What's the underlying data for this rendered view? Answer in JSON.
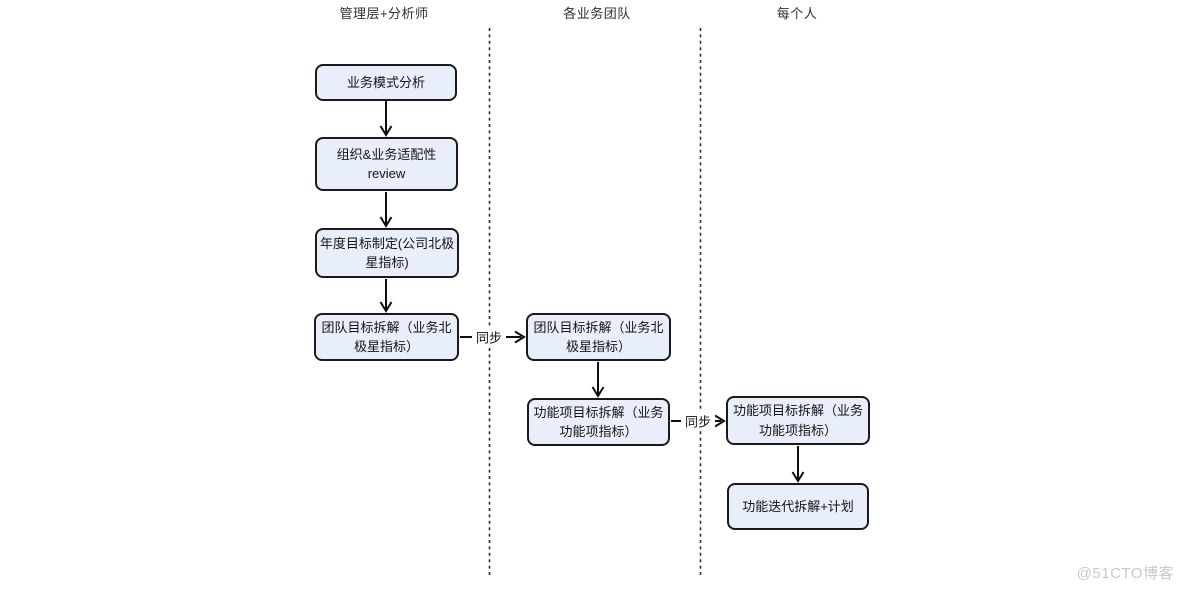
{
  "diagram": {
    "lanes": [
      {
        "title": "管理层+分析师"
      },
      {
        "title": "各业务团队"
      },
      {
        "title": "每个人"
      }
    ],
    "nodes": [
      {
        "label": "业务模式分析",
        "lane": 0
      },
      {
        "label": "组织&业务适配性 review",
        "lane": 0
      },
      {
        "label": "年度目标制定(公司北极星指标)",
        "lane": 0
      },
      {
        "label": "团队目标拆解（业务北极星指标）",
        "lane": 0
      },
      {
        "label": "团队目标拆解（业务北极星指标）",
        "lane": 1
      },
      {
        "label": "功能项目标拆解（业务功能项指标）",
        "lane": 1
      },
      {
        "label": "功能项目标拆解（业务功能项指标）",
        "lane": 2
      },
      {
        "label": "功能迭代拆解+计划",
        "lane": 2
      }
    ],
    "edge_labels": [
      "同步",
      "同步"
    ],
    "colors": {
      "node_fill": "#e9eefb",
      "node_border": "#1a1a1a",
      "lane_divider": "#2b2b2b",
      "arrow": "#0e0e0e",
      "watermark": "#c9c9c9"
    },
    "watermark": "@51CTO博客"
  }
}
